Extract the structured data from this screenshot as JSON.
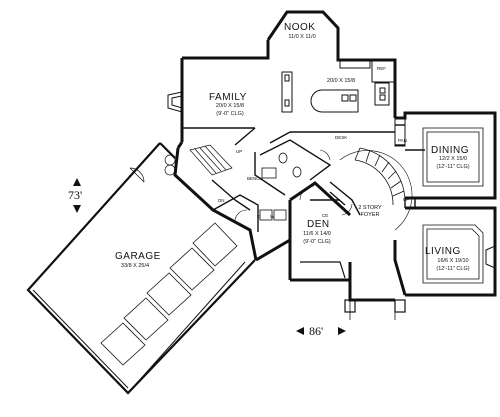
{
  "rooms": {
    "nook": {
      "name": "NOOK",
      "size": "11/0 X 11/0",
      "ceiling": ""
    },
    "family": {
      "name": "FAMILY",
      "size": "20/0 X 15/8",
      "ceiling": "(9'-0\" CLG)"
    },
    "kitchen": {
      "name": "",
      "size": "20/0 X 15/8",
      "ceiling": ""
    },
    "dining": {
      "name": "DINING",
      "size": "12/2 X 15/0",
      "ceiling": "(12'-11\" CLG)"
    },
    "living": {
      "name": "LIVING",
      "size": "16/6 X 19/10",
      "ceiling": "(12'-11\" CLG)"
    },
    "den": {
      "name": "DEN",
      "size": "11/6 X 14/0",
      "ceiling": "(9'-0\" CLG)"
    },
    "garage": {
      "name": "GARAGE",
      "size": "33/8 X 25/4"
    },
    "foyer": {
      "line1": "2 STORY",
      "line2": "FOYER"
    }
  },
  "labels": {
    "ref": "REF",
    "pan": "PAN",
    "desk": "DESK",
    "bench": "BENCH",
    "up1": "UP",
    "up2": "UP",
    "dn": "DN",
    "d": "D",
    "w": "W",
    "ce": "CE"
  },
  "overall": {
    "depth": "73'",
    "width": "86'"
  },
  "colors": {
    "wall": "#111111",
    "paper": "#ffffff"
  }
}
